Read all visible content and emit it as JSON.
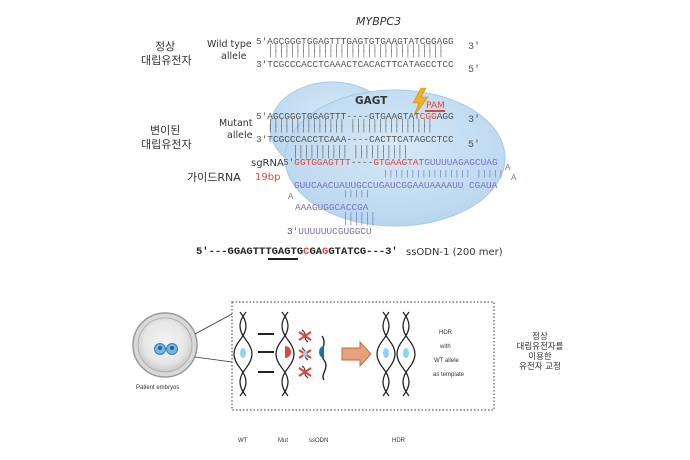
{
  "gene": "MYBPC3",
  "wildtype": {
    "korean_label": [
      "정상",
      "대립유전자"
    ],
    "label": [
      "Wild type",
      "allele"
    ],
    "top_prime": "5'",
    "top_seq": "AGCGGGTGGAGTTTGAGTGTGAAGTATCGGAGG",
    "top_end": "3'",
    "bottom_prime": "3'",
    "bottom_seq": "TCGCCCACCTCAAACTCACACTTCATAGCCTCC",
    "bottom_end": "5'"
  },
  "mutant": {
    "korean_label": [
      "변이된",
      "대립유전자"
    ],
    "label": [
      "Mutant",
      "allele"
    ],
    "insert": "GAGT",
    "pam": "PAM",
    "top_prime": "5'",
    "top_left": "AGCGGGTGGAGTTT",
    "top_gap": "----",
    "top_right_a": "GTGAAGTAT",
    "top_right_b": "CGG",
    "top_right_c": "AGG",
    "top_end": "3'",
    "bottom_prime": "3'",
    "bottom_left": "TCGCCCACCTCAAA",
    "bottom_gap": "----",
    "bottom_right": "CACTTCATAGCCTCC",
    "bottom_end": "5'"
  },
  "guide": {
    "korean_label": "가이드RNA",
    "label": "sgRNA",
    "prime": "5'",
    "seq_red_1": "GGTGGAGTTT",
    "seq_gap": "----",
    "seq_red_2": "GTGAAGTAT",
    "seq_tail": "GUUUUAGAGCUAG",
    "length": "19bp",
    "loop_right_a": "A",
    "loop_right_b": "A",
    "stem_line": "GUUCAACUAUUGCCUGAUCGGAAUAAAAUU  CGAUA",
    "loop_left": "A",
    "hairpin_1": "AAAGUGGCACCGA",
    "hairpin_2": "UUUUUUCGUGGCU",
    "three_prime": "3'"
  },
  "ssodn": {
    "prime": "5'",
    "seq_a": "---GGAGTTTGAGTG",
    "seq_b": "C",
    "seq_c": "GA",
    "seq_d": "G",
    "seq_e": "GTATCG---",
    "end": "3'",
    "label": "ssODN-1 (200 mer)"
  },
  "panel": {
    "embryo_label": "Patient embryos",
    "hdr_note": [
      "HDR",
      "with",
      "WT allele",
      "as template"
    ],
    "result_korean": [
      "정상",
      "대립유전자를",
      "이용한",
      "유전자 교정"
    ],
    "bottom_labels": [
      "WT",
      "Mut",
      "ssODN",
      "HDR"
    ]
  },
  "colors": {
    "blob_fill": "#c4def2",
    "blob_edge": "#a7cae6",
    "red": "#e0463a",
    "purple": "#7b73b8",
    "cyan": "#8fd3ef",
    "bolt": "#f2b01e",
    "arrow": "#e8a07a"
  }
}
